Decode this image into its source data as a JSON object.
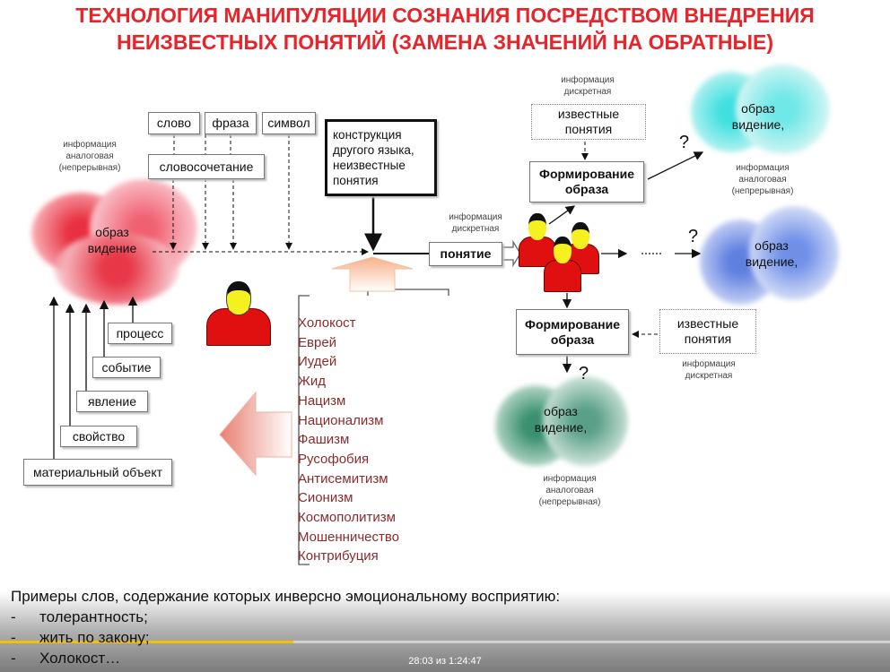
{
  "title": {
    "line1": "ТЕХНОЛОГИЯ МАНИПУЛЯЦИИ СОЗНАНИЯ ПОСРЕДСТВОМ ВНЕДРЕНИЯ",
    "line2": "НЕИЗВЕСТНЫХ ПОНЯТИЙ (ЗАМЕНА ЗНАЧЕНИЙ НА ОБРАТНЫЕ)"
  },
  "left": {
    "info_label": [
      "информация",
      "аналоговая",
      "(непрерывная)"
    ],
    "cloud_text": [
      "образ",
      "видение"
    ],
    "boxes": {
      "word": "слово",
      "phrase": "фраза",
      "symbol": "символ",
      "collocation": "словосочетание"
    },
    "construction": [
      "конструкция",
      "другого языка,",
      "неизвестные",
      "понятия"
    ],
    "sources": [
      "процесс",
      "событие",
      "явление",
      "свойство",
      "материальный объект"
    ]
  },
  "center": {
    "info_label": [
      "информация",
      "дискретная"
    ],
    "concept": "понятие",
    "words": [
      "Холокост",
      "Еврей",
      "Иудей",
      "Жид",
      "Нацизм",
      "Национализм",
      "Фашизм",
      "Русофобия",
      "Антисемитизм",
      "Сионизм",
      "Космополитизм",
      "Мошенничество",
      "Контрибуция"
    ]
  },
  "right": {
    "top_info_label": [
      "информация",
      "дискретная"
    ],
    "known_concepts": [
      "известные",
      "понятия"
    ],
    "forming": [
      "Формирование",
      "образа"
    ],
    "cloud_text": [
      "образ",
      "видение,"
    ],
    "analog_label": [
      "информация",
      "аналоговая",
      "(непрерывная)"
    ],
    "question": "?",
    "bottom_info_label": [
      "информация",
      "дискретная"
    ]
  },
  "colors": {
    "title": "#e8242b",
    "words": "#8b2c2c",
    "progress": "#f2c200"
  },
  "bottom": {
    "heading": "Примеры слов, содержание которых инверсно эмоциональному восприятию:",
    "bullet": "-",
    "items": [
      "толерантность;",
      "жить по закону;",
      "Холокост…"
    ]
  },
  "player": {
    "time": "28:03 из 1:24:47",
    "progress_percent": 33
  }
}
